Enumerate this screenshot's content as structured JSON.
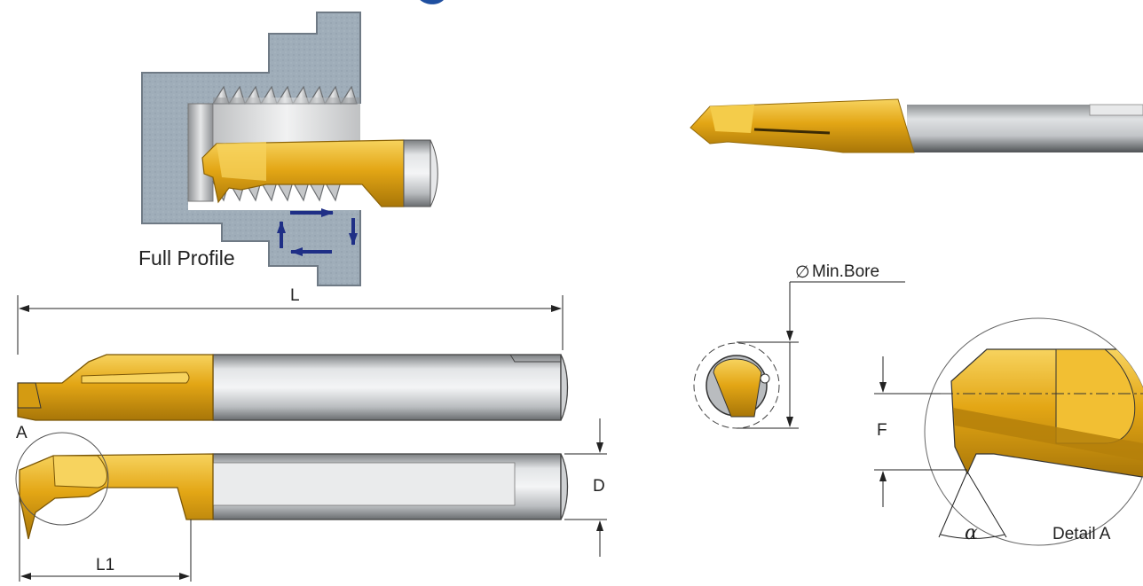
{
  "labels": {
    "full_profile": "Full Profile",
    "min_bore": "Min.Bore",
    "diameter_symbol": "∅",
    "dim_L": "L",
    "dim_L1": "L1",
    "dim_D": "D",
    "dim_F": "F",
    "marker_A": "A",
    "alpha": "α",
    "detail_A": "Detail A"
  },
  "colors": {
    "gold": "#e3a615",
    "gold_light": "#f5cc4f",
    "gold_dark": "#b5800b",
    "steel": "#c9cbcd",
    "steel_dark": "#6f7275",
    "workpiece": "#9aa8b4",
    "arrow_blue": "#1f2f86",
    "line": "#222222"
  }
}
